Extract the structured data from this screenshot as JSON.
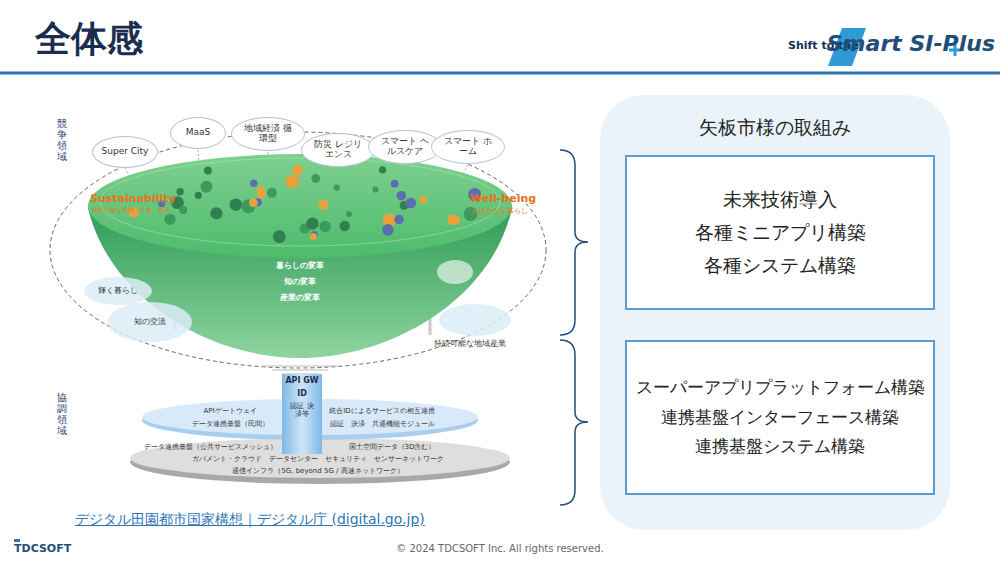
{
  "diagram": {
    "title": "全体感",
    "nodes": [
      {
        "text": [
          "Super City"
        ]
      },
      {
        "text": [
          "MaaS"
        ]
      },
      {
        "text": [
          "地域経済 循環型"
        ]
      },
      {
        "text": [
          "防災 レジリエンス"
        ]
      },
      {
        "text": [
          "スマート ヘルスケア"
        ]
      },
      {
        "text": [
          "スマート ホーム"
        ]
      },
      {
        "text": [
          "矢板市様の取組み"
        ]
      },
      {
        "text": [
          "未来技術導入",
          "各種ミニアプリ構築",
          "各種システム構築"
        ],
        "in": 6
      },
      {
        "text": [
          "スーパーアプリプラットフォーム構築",
          "連携基盤インターフェース構築",
          "連携基盤システム構築"
        ],
        "in": 6
      }
    ],
    "labels": [
      "Shift to the",
      "Smart SI-Plus",
      "競争領域",
      "協調領域",
      "Sustainability",
      "持続可能な環境・社会・経済",
      "Well-being",
      "心ゆたかな暮らし",
      "暮らしの変革",
      "知の変革",
      "産業の変革",
      "輝く暮らし",
      "知の交流",
      "持続可能な地域産業",
      "API GW",
      "ID",
      "認証 決済等",
      "APIゲートウェイ",
      "データ連携基盤（民間）",
      "統合IDによるサービスの相互連携",
      "認証　決済　共通機能モジュール",
      "データ連携基盤（公共サービスメッシュ）",
      "国土空間データ（3D含む）",
      "ガバメント・クラウド　データセンター　セキュリティ　センサーネットワーク",
      "通信インフラ（5G, beyond 5G / 高速ネットワーク）",
      "デジタル田園都市国家構想｜デジタル庁 (digital.go.jp)",
      "© 2024 TDCSOFT Inc. All rights reserved.",
      "TDCSOFT"
    ]
  }
}
